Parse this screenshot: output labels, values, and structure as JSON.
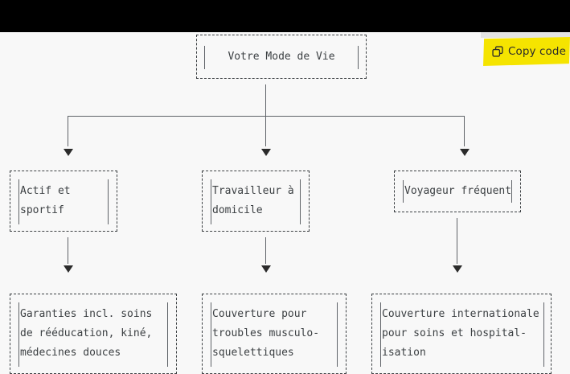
{
  "window": {
    "background_color": "#f8f8f8",
    "band_color": "#000000"
  },
  "toolbar": {
    "copy_code_label": "Copy code",
    "copy_icon": "copy-icon",
    "highlight_color": "#f5e400"
  },
  "diagram": {
    "type": "ascii-flowchart",
    "root": {
      "id": "root",
      "text_lines": [
        "Votre Mode de Vie"
      ]
    },
    "level2": [
      {
        "id": "actif-sportif",
        "text_lines": [
          "Actif et",
          "sportif"
        ]
      },
      {
        "id": "travailleur-domicile",
        "text_lines": [
          "Travailleur à",
          "domicile"
        ]
      },
      {
        "id": "voyageur-frequent",
        "text_lines": [
          "Voyageur fréquent"
        ]
      }
    ],
    "level3": [
      {
        "id": "garanties-reeducation",
        "text_lines": [
          "Garanties incl. soins",
          "de rééducation, kiné,",
          "médecines douces"
        ]
      },
      {
        "id": "couverture-musculo",
        "text_lines": [
          "Couverture pour",
          "troubles musculo-",
          "squelettiques"
        ]
      },
      {
        "id": "couverture-internationale",
        "text_lines": [
          "Couverture internationale",
          "pour soins et hospital-",
          "isation"
        ]
      }
    ],
    "arrow_glyph": "▼",
    "line_color": "#5f6368"
  }
}
